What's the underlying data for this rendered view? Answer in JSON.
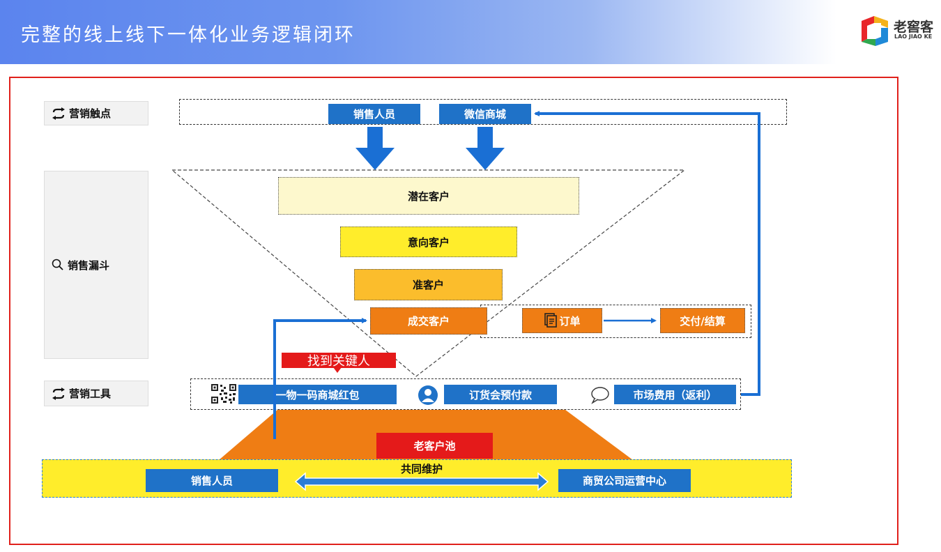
{
  "header": {
    "title": "完整的线上线下一体化业务逻辑闭环"
  },
  "logo": {
    "name_cn": "老窖客",
    "name_en": "LAO JIAO KE"
  },
  "rows": {
    "touchpoints": "营销触点",
    "funnel": "销售漏斗",
    "tools": "营销工具"
  },
  "touchpoints": {
    "sales_staff": "销售人员",
    "wechat_mall": "微信商城"
  },
  "funnel_stages": {
    "potential": "潜在客户",
    "intent": "意向客户",
    "prospective": "准客户",
    "closed": "成交客户"
  },
  "order_flow": {
    "order": "订单",
    "delivery": "交付/结算"
  },
  "key_person": "找到关键人",
  "tools": {
    "qr_redpacket": "一物一码商城红包",
    "prepay": "订货会预付款",
    "market_fee": "市场费用（返利）"
  },
  "base": {
    "old_customer_pool": "老客户池",
    "joint_maintenance": "共同维护",
    "sales_staff": "销售人员",
    "operations_center": "商贸公司运营中心"
  },
  "colors": {
    "blue": "#1f72c8",
    "arrow_blue": "#1a6fd4",
    "orange": "#ef7d14",
    "red": "#e41a1a",
    "yellow": "#ffed2b",
    "pale_yellow": "#fdf8cd",
    "frame_red": "#e0201b"
  }
}
